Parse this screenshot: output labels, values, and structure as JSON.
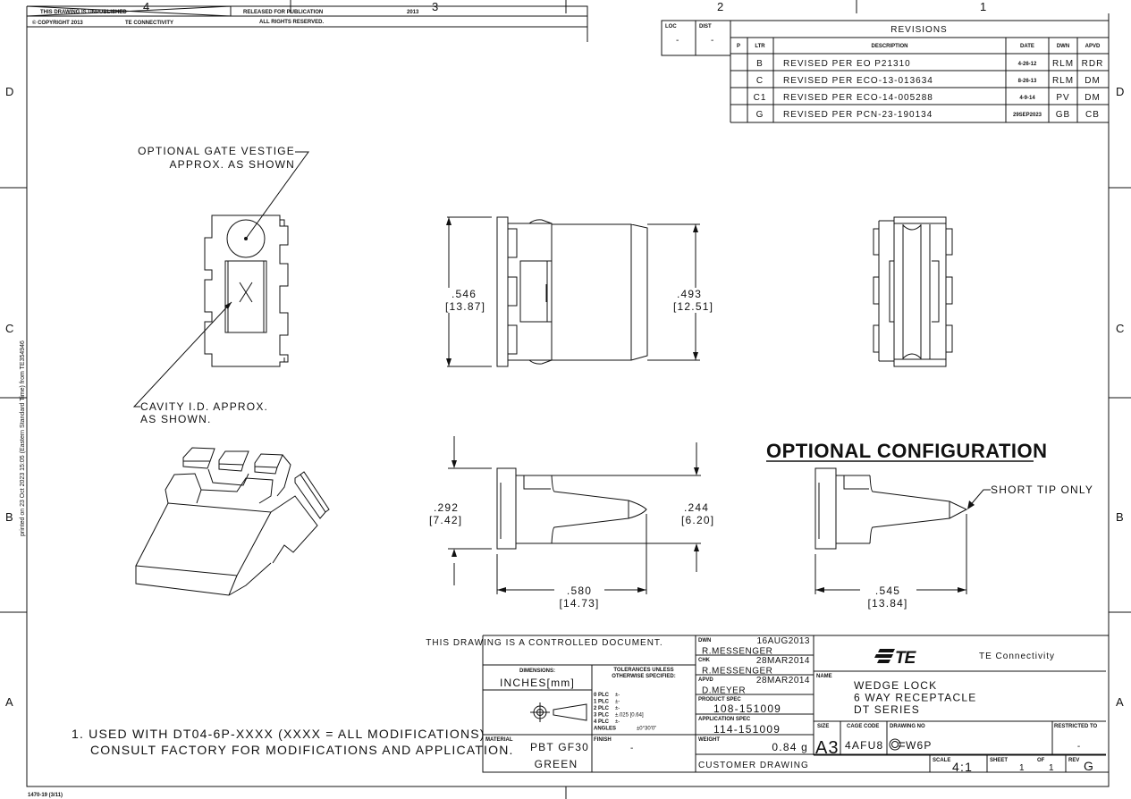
{
  "frame": {
    "zones_top": [
      "4",
      "3",
      "2",
      "1"
    ],
    "zones_side": [
      "D",
      "C",
      "B",
      "A"
    ],
    "form_number": "1470-19 (3/11)",
    "print_stamp": "printed on 23 Oct 2023 15:05 (Eastern Standard Time) from TE354946"
  },
  "header": {
    "unpublished": "THIS DRAWING IS UNPUBLISHED",
    "released": "RELEASED FOR PUBLICATION",
    "released_year": "2013",
    "copyright": "© COPYRIGHT 2013",
    "company": "TE CONNECTIVITY",
    "rights": "ALL RIGHTS RESERVED."
  },
  "loc_dist": {
    "loc_label": "LOC",
    "dist_label": "DIST",
    "loc": "-",
    "dist": "-"
  },
  "revisions": {
    "title": "REVISIONS",
    "columns": [
      "P",
      "LTR",
      "DESCRIPTION",
      "DATE",
      "DWN",
      "APVD"
    ],
    "rows": [
      {
        "ltr": "B",
        "desc": "REVISED PER EO P21310",
        "date": "4-26-12",
        "dwn": "RLM",
        "apvd": "RDR"
      },
      {
        "ltr": "C",
        "desc": "REVISED PER ECO-13-013634",
        "date": "8-26-13",
        "dwn": "RLM",
        "apvd": "DM"
      },
      {
        "ltr": "C1",
        "desc": "REVISED PER ECO-14-005288",
        "date": "4-9-14",
        "dwn": "PV",
        "apvd": "DM"
      },
      {
        "ltr": "G",
        "desc": "REVISED PER PCN-23-190134",
        "date": "29SEP2023",
        "dwn": "GB",
        "apvd": "CB"
      }
    ]
  },
  "callouts": {
    "gate_1": "OPTIONAL GATE VESTIGE",
    "gate_2": "APPROX. AS SHOWN",
    "cavity_1": "CAVITY I.D. APPROX.",
    "cavity_2": "AS SHOWN.",
    "optional_config": "OPTIONAL CONFIGURATION",
    "short_tip": "SHORT TIP ONLY"
  },
  "dimensions": {
    "d546": ".546",
    "d546mm": "[13.87]",
    "d493": ".493",
    "d493mm": "[12.51]",
    "d292": ".292",
    "d292mm": "[7.42]",
    "d244": ".244",
    "d244mm": "[6.20]",
    "d580": ".580",
    "d580mm": "[14.73]",
    "d545": ".545",
    "d545mm": "[13.84]"
  },
  "notes": [
    "1. USED WITH DT04-6P-XXXX (XXXX = ALL MODIFICATIONS).",
    "CONSULT FACTORY FOR MODIFICATIONS AND APPLICATION."
  ],
  "title_block": {
    "controlled": "THIS DRAWING IS A CONTROLLED DOCUMENT.",
    "dimensions_label": "DIMENSIONS:",
    "dimensions_value": "INCHES[mm]",
    "tol_1": "TOLERANCES UNLESS",
    "tol_2": "OTHERWISE SPECIFIED:",
    "tolerances": [
      {
        "k": "0 PLC",
        "v": "±-"
      },
      {
        "k": "1 PLC",
        "v": "±-"
      },
      {
        "k": "2 PLC",
        "v": "±-"
      },
      {
        "k": "3 PLC",
        "v": "±.025 [0.64]"
      },
      {
        "k": "4 PLC",
        "v": "±-"
      },
      {
        "k": "ANGLES",
        "v": "±0°30'0\""
      }
    ],
    "material_label": "MATERIAL",
    "material_1": "PBT GF30",
    "material_2": "GREEN",
    "finish_label": "FINISH",
    "finish": "-",
    "dwn_label": "DWN",
    "dwn_date": "16AUG2013",
    "dwn_name": "R.MESSENGER",
    "chk_label": "CHK",
    "chk_date": "28MAR2014",
    "chk_name": "R.MESSENGER",
    "apvd_label": "APVD",
    "apvd_date": "28MAR2014",
    "apvd_name": "D.MEYER",
    "product_spec_label": "PRODUCT SPEC",
    "product_spec": "108-151009",
    "app_spec_label": "APPLICATION SPEC",
    "app_spec": "114-151009",
    "weight_label": "WEIGHT",
    "weight": "0.84 g",
    "customer_drawing": "CUSTOMER DRAWING",
    "logo": "TE",
    "company": "TE Connectivity",
    "name_label": "NAME",
    "name_1": "WEDGE LOCK",
    "name_2": "6 WAY RECEPTACLE",
    "name_3": "DT SERIES",
    "size_label": "SIZE",
    "size": "A3",
    "cage_label": "CAGE CODE",
    "cage": "4AFU8",
    "drawing_no_label": "DRAWING NO",
    "drawing_no": "W6P",
    "restricted_label": "RESTRICTED TO",
    "restricted": "-",
    "scale_label": "SCALE",
    "scale": "4:1",
    "sheet_label": "SHEET",
    "sheet": "1",
    "of_label": "OF",
    "of": "1",
    "rev_label": "REV",
    "rev": "G"
  }
}
